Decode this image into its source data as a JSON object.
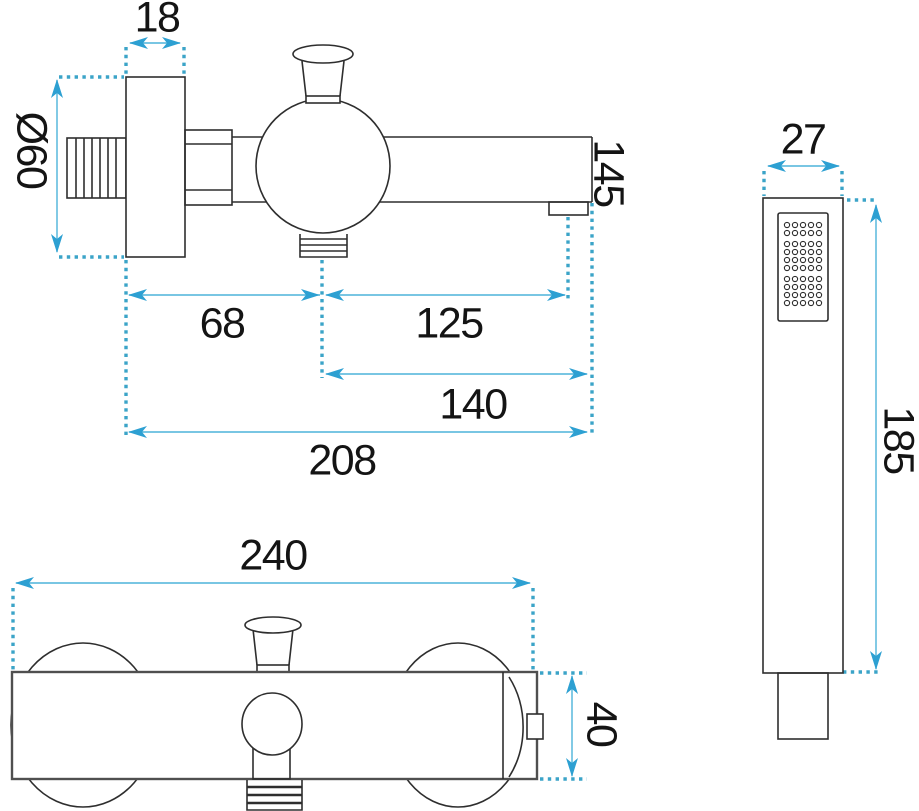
{
  "drawing_type": "bath-shower-mixer-technical-dimension-drawing",
  "colors": {
    "dimension_line": "#4db4da",
    "dimension_dots": "#3ba4c8",
    "arrow_fill": "#2da0d2",
    "outline": "#2e2e2e",
    "body_outline": "#4f4f4f",
    "label_text": "#141414",
    "background": "#ffffff"
  },
  "views": {
    "side": {
      "dimensions": {
        "plate_width": "18",
        "flange_diameter": "Ø60",
        "spout_height": "145",
        "wall_to_valve": "68",
        "valve_to_aerator": "125",
        "valve_to_tip": "140",
        "total_depth": "208"
      }
    },
    "front": {
      "dimensions": {
        "total_width": "240",
        "body_height": "40"
      }
    },
    "handshower": {
      "dimensions": {
        "head_width": "27",
        "total_length": "185"
      }
    }
  }
}
